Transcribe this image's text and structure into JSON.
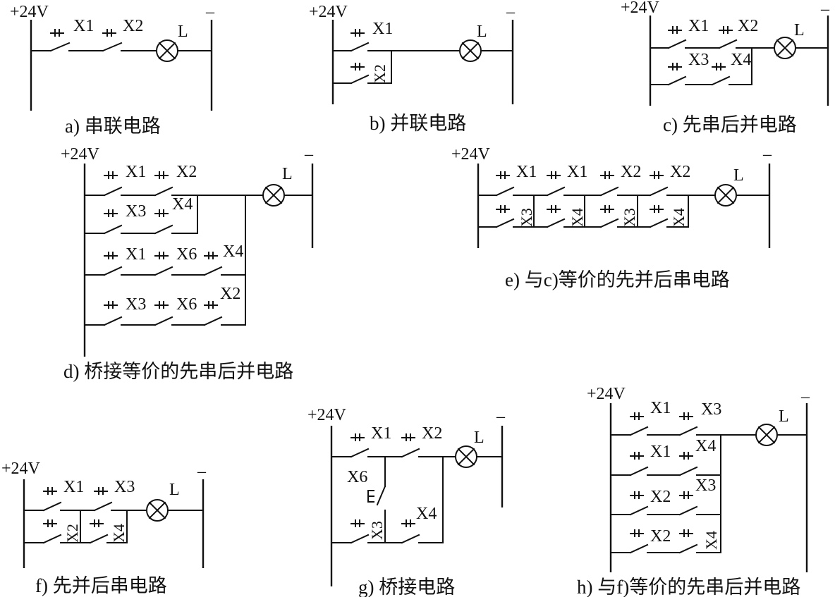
{
  "labels": {
    "supply": "+24V",
    "neg": "–",
    "lamp": "L",
    "x1": "X1",
    "x2": "X2",
    "x3": "X3",
    "x4": "X4",
    "x6": "X6"
  },
  "captions": {
    "a": "a) 串联电路",
    "b": "b) 并联电路",
    "c": "c) 先串后并电路",
    "d": "d) 桥接等价的先串后并电路",
    "e": "e) 与c)等价的先并后串电路",
    "f": "f) 先并后串电路",
    "g": "g) 桥接电路",
    "h": "h) 与f)等价的先串后并电路"
  },
  "colors": {
    "ink": "#111111",
    "background": "#ffffff"
  }
}
